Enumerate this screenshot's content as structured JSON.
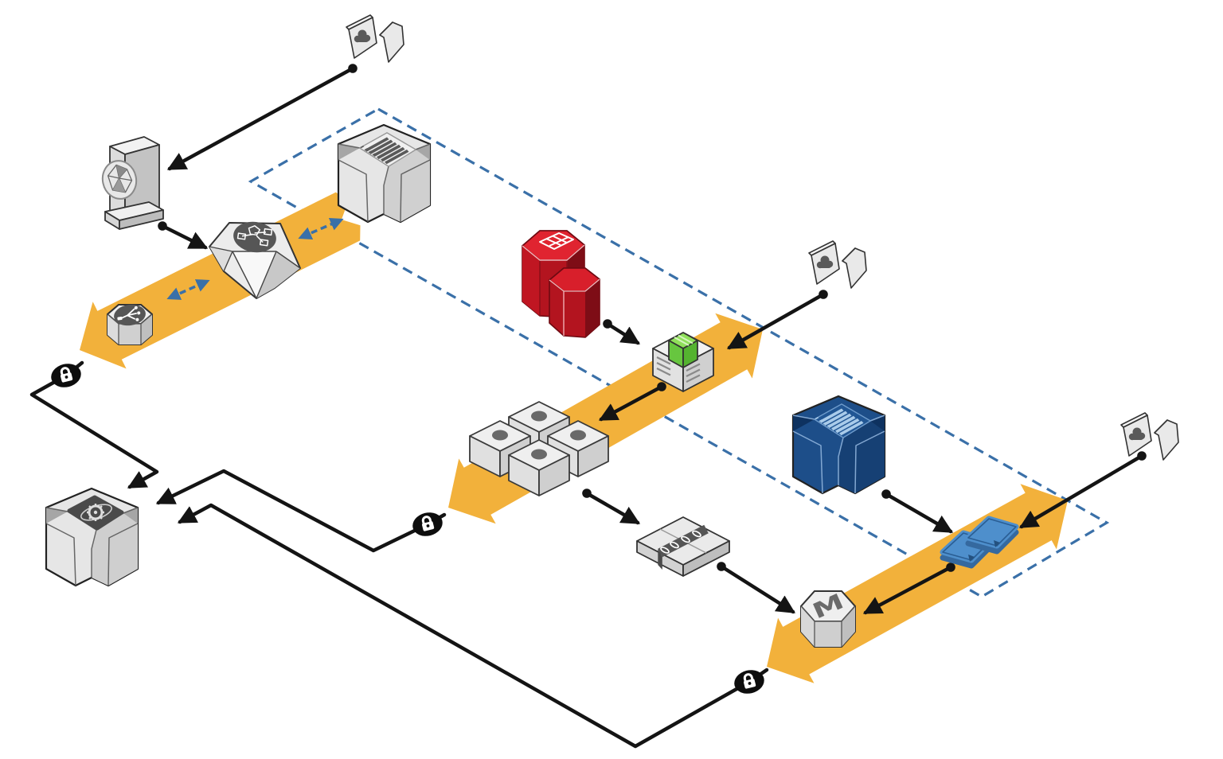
{
  "diagram": {
    "memcached_label": "M",
    "colors": {
      "band": "#F2B13B",
      "boundary": "#3A70A8",
      "dashed_arrow": "#3A70A8",
      "arrow": "#141414",
      "node_red": "#B3141F",
      "node_red_top": "#E02430",
      "node_red_dark": "#7E0D16",
      "node_blue": "#1D4E89",
      "node_blue_dark": "#164074",
      "node_blue_bars": "#A9CBEA",
      "node_green": "#8FE05A",
      "node_green_dark": "#54B32F",
      "slab_blue": "#4E8FCC",
      "slab_blue_dark": "#35699F",
      "gray_light": "#EDEDED",
      "gray_mid": "#D8D8D8",
      "gray_dark": "#BDBDBD",
      "glyph_dark": "#5A5A5A",
      "lock": "#0D0D0D"
    },
    "icons": [
      {
        "name": "internet-client",
        "count": 3
      },
      {
        "name": "cdn-tower",
        "count": 1
      },
      {
        "name": "load-balancer-gem",
        "count": 1
      },
      {
        "name": "router-hex-puck",
        "count": 1
      },
      {
        "name": "large-instance-gray",
        "count": 1
      },
      {
        "name": "large-instance-blue",
        "count": 1
      },
      {
        "name": "management-server-gear",
        "count": 1
      },
      {
        "name": "relational-database-red",
        "count": 1
      },
      {
        "name": "app-server-green-package",
        "count": 1
      },
      {
        "name": "instance-cluster-cube",
        "count": 4
      },
      {
        "name": "data-merge-stitched-box",
        "count": 1
      },
      {
        "name": "memcached-node",
        "count": 1
      },
      {
        "name": "cache-slab-blue",
        "count": 2
      },
      {
        "name": "secure-connection-lock",
        "count": 3
      }
    ]
  }
}
